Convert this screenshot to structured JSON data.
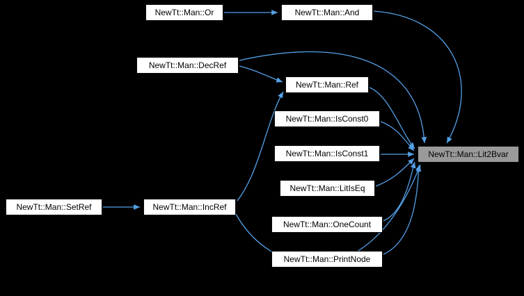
{
  "diagram": {
    "type": "caller-graph",
    "edge_color": "#54a1e8",
    "node_fill": "#ffffff",
    "highlight_fill": "#9a9a9a",
    "background": "#000000",
    "nodes": {
      "or": {
        "label": "NewTt::Man::Or"
      },
      "and": {
        "label": "NewTt::Man::And"
      },
      "decref": {
        "label": "NewTt::Man::DecRef"
      },
      "ref": {
        "label": "NewTt::Man::Ref"
      },
      "isconst0": {
        "label": "NewTt::Man::IsConst0"
      },
      "isconst1": {
        "label": "NewTt::Man::IsConst1"
      },
      "litiseq": {
        "label": "NewTt::Man::LitIsEq"
      },
      "onecount": {
        "label": "NewTt::Man::OneCount"
      },
      "printnode": {
        "label": "NewTt::Man::PrintNode"
      },
      "setref": {
        "label": "NewTt::Man::SetRef"
      },
      "incref": {
        "label": "NewTt::Man::IncRef"
      },
      "lit2bvar": {
        "label": "NewTt::Man::Lit2Bvar",
        "highlighted": true
      }
    },
    "edges": [
      {
        "from": "NewTt::Man::Or",
        "to": "NewTt::Man::And"
      },
      {
        "from": "NewTt::Man::And",
        "to": "NewTt::Man::Lit2Bvar"
      },
      {
        "from": "NewTt::Man::DecRef",
        "to": "NewTt::Man::Ref"
      },
      {
        "from": "NewTt::Man::DecRef",
        "to": "NewTt::Man::Lit2Bvar"
      },
      {
        "from": "NewTt::Man::Ref",
        "to": "NewTt::Man::Lit2Bvar"
      },
      {
        "from": "NewTt::Man::IsConst0",
        "to": "NewTt::Man::Lit2Bvar"
      },
      {
        "from": "NewTt::Man::IsConst1",
        "to": "NewTt::Man::Lit2Bvar"
      },
      {
        "from": "NewTt::Man::LitIsEq",
        "to": "NewTt::Man::Lit2Bvar"
      },
      {
        "from": "NewTt::Man::OneCount",
        "to": "NewTt::Man::Lit2Bvar"
      },
      {
        "from": "NewTt::Man::PrintNode",
        "to": "NewTt::Man::Lit2Bvar"
      },
      {
        "from": "NewTt::Man::SetRef",
        "to": "NewTt::Man::IncRef"
      },
      {
        "from": "NewTt::Man::IncRef",
        "to": "NewTt::Man::Ref"
      },
      {
        "from": "NewTt::Man::IncRef",
        "to": "NewTt::Man::Lit2Bvar"
      }
    ]
  }
}
